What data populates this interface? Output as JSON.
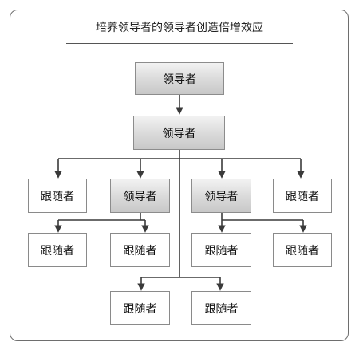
{
  "title": "培养领导者的领导者创造倍增效应",
  "nodes": {
    "top_leader": "领导者",
    "mid_leader": "领导者",
    "left_leader": "领导者",
    "right_leader": "领导者",
    "follower_far_left": "跟随者",
    "follower_far_right": "跟随者",
    "follower_left_a": "跟随者",
    "follower_left_b": "跟随者",
    "follower_right_a": "跟随者",
    "follower_right_b": "跟随者",
    "follower_bottom_a": "跟随者",
    "follower_bottom_b": "跟随者"
  },
  "colors": {
    "line": "#3a3a3a",
    "leader_fill": "#d9d9d9",
    "follower_fill": "#ffffff",
    "border": "#8a8a8a"
  }
}
